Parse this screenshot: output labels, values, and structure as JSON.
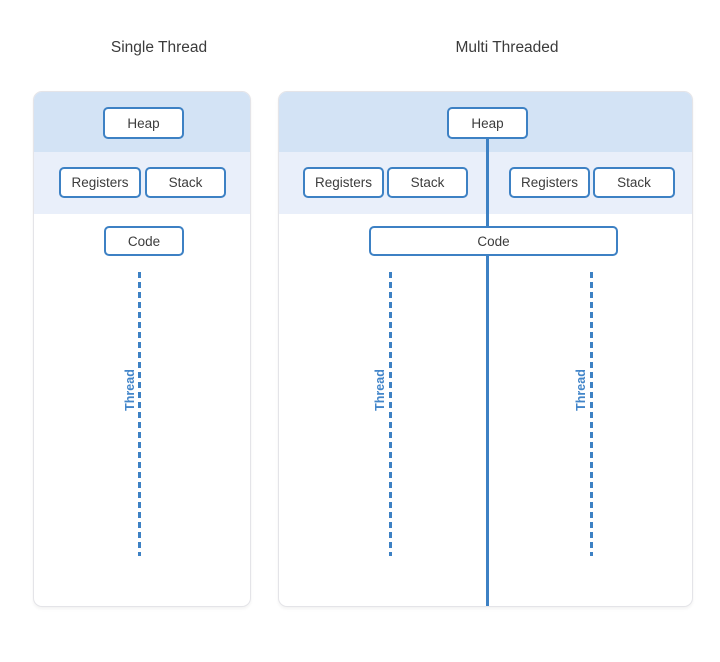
{
  "diagram": {
    "left_panel": {
      "title": "Single Thread",
      "thread_count": 1
    },
    "right_panel": {
      "title": "Multi Threaded",
      "thread_count": 2
    }
  },
  "labels": {
    "heap": "Heap",
    "registers": "Registers",
    "stack": "Stack",
    "code": "Code",
    "thread": "Thread"
  },
  "colors": {
    "accent_blue": "#3d81c4",
    "thread_label_blue": "#4285c9",
    "heap_band": "#d3e3f5",
    "registers_band": "#e9effa",
    "panel_border": "#e4e4e8",
    "title_text": "#3b3b3b",
    "button_text": "#3c3c3c",
    "panel_background": "#ffffff"
  }
}
